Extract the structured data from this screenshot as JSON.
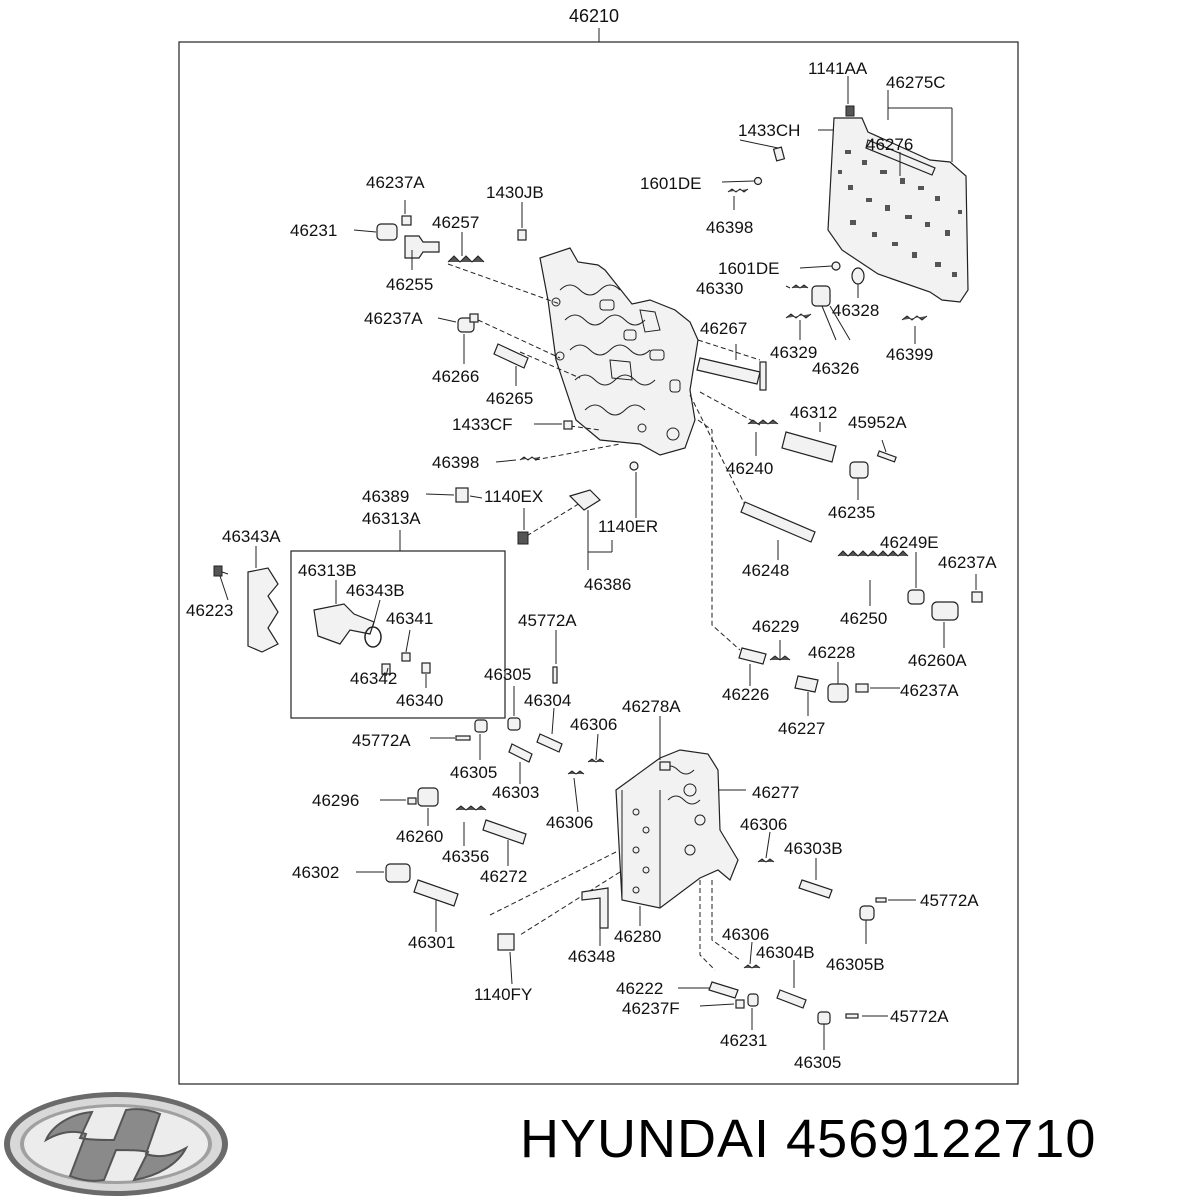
{
  "assembly_number": "46210",
  "labels": {
    "l_1141AA": "1141AA",
    "l_46275C": "46275C",
    "l_1433CH": "1433CH",
    "l_46276": "46276",
    "l_1601DE_a": "1601DE",
    "l_46398_a": "46398",
    "l_46237A_a": "46237A",
    "l_1430JB": "1430JB",
    "l_46231_a": "46231",
    "l_46257": "46257",
    "l_46255": "46255",
    "l_1601DE_b": "1601DE",
    "l_46330": "46330",
    "l_46328": "46328",
    "l_46237A_b": "46237A",
    "l_46267": "46267",
    "l_46329": "46329",
    "l_46399": "46399",
    "l_46326": "46326",
    "l_46266": "46266",
    "l_46265": "46265",
    "l_1433CF": "1433CF",
    "l_46312": "46312",
    "l_45952A": "45952A",
    "l_46398_b": "46398",
    "l_46240": "46240",
    "l_46235": "46235",
    "l_46389": "46389",
    "l_1140EX": "1140EX",
    "l_46313A": "46313A",
    "l_1140ER": "1140ER",
    "l_46343A": "46343A",
    "l_46313B": "46313B",
    "l_46343B": "46343B",
    "l_46386": "46386",
    "l_46248": "46248",
    "l_46249E": "46249E",
    "l_46237A_c": "46237A",
    "l_46223": "46223",
    "l_46341": "46341",
    "l_45772A_a": "45772A",
    "l_46250": "46250",
    "l_46229": "46229",
    "l_46260A": "46260A",
    "l_46342": "46342",
    "l_46340": "46340",
    "l_46305_a": "46305",
    "l_46228": "46228",
    "l_46237A_d": "46237A",
    "l_46304": "46304",
    "l_46278A": "46278A",
    "l_46226": "46226",
    "l_46227": "46227",
    "l_46306_a": "46306",
    "l_45772A_b": "45772A",
    "l_46305_b": "46305",
    "l_46303": "46303",
    "l_46277": "46277",
    "l_46296": "46296",
    "l_46306_b": "46306",
    "l_46306_c": "46306",
    "l_46260": "46260",
    "l_46356": "46356",
    "l_46303B": "46303B",
    "l_46302": "46302",
    "l_46272": "46272",
    "l_45772A_c": "45772A",
    "l_46301": "46301",
    "l_46348": "46348",
    "l_46280": "46280",
    "l_46306_d": "46306",
    "l_46304B": "46304B",
    "l_46305B": "46305B",
    "l_1140FY": "1140FY",
    "l_46222": "46222",
    "l_46237F": "46237F",
    "l_45772A_d": "45772A",
    "l_46231_b": "46231",
    "l_46305_c": "46305"
  },
  "brand": "HYUNDAI",
  "part_number": "4569122710",
  "logo_icon": "hyundai-logo-icon"
}
